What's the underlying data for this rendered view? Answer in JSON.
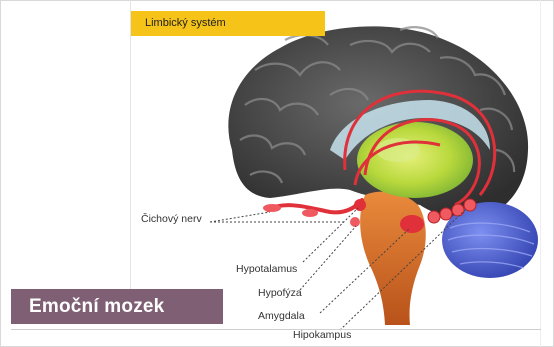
{
  "header": {
    "section_tag": "Limbický systém"
  },
  "banner": {
    "title": "Emoční mozek"
  },
  "diagram": {
    "labels": {
      "olfactory": "Čichový nerv",
      "hypothalamus": "Hypotalamus",
      "pituitary": "Hypofýza",
      "amygdala": "Amygdala",
      "hippocampus": "Hipokampus"
    }
  },
  "colors": {
    "tag_bg": "#f6c318",
    "banner_bg": "#7f5f73",
    "cortex": "#4a4a4a",
    "limbic_red": "#e0303a",
    "thalamus": "#b5d83a",
    "brainstem": "#d9702a",
    "cerebellum": "#4a5dcf"
  }
}
